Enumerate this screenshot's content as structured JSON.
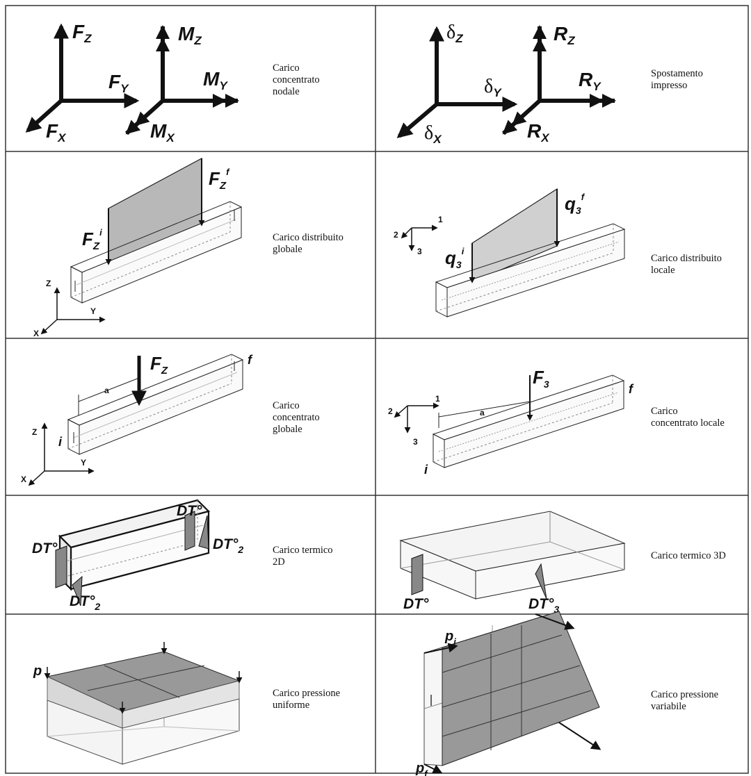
{
  "captions": {
    "c11": "Carico\nconcentrato\nnodale",
    "c12": "Spostamento\nimpresso",
    "c21": "Carico distribuito\nglobale",
    "c22": "Carico distribuito\nlocale",
    "c31": "Carico\nconcentrato\nglobale",
    "c32": "Carico\nconcentrato locale",
    "c41": "Carico termico\n2D",
    "c42": "Carico termico 3D",
    "c51": "Carico pressione\nuniforme",
    "c52": "Carico pressione\nvariabile"
  },
  "labels": {
    "fz": "F",
    "fz_sub": "Z",
    "fy": "F",
    "fy_sub": "Y",
    "fx": "F",
    "fx_sub": "X",
    "mz": "M",
    "mz_sub": "Z",
    "my": "M",
    "my_sub": "Y",
    "mx": "M",
    "mx_sub": "X",
    "dz": "δ",
    "dz_sub": "Z",
    "dy": "δ",
    "dy_sub": "Y",
    "dx": "δ",
    "dx_sub": "X",
    "rz": "R",
    "rz_sub": "Z",
    "ry": "R",
    "ry_sub": "Y",
    "rx": "R",
    "rx_sub": "X",
    "fzi": "F",
    "fzi_sub": "Z",
    "fzi_sup": "i",
    "fzf": "F",
    "fzf_sub": "Z",
    "fzf_sup": "f",
    "q3i": "q",
    "q3i_sub": "3",
    "q3i_sup": "i",
    "q3f": "q",
    "q3f_sub": "3",
    "q3f_sup": "f",
    "axZ": "Z",
    "axY": "Y",
    "axX": "X",
    "ax1": "1",
    "ax2": "2",
    "ax3": "3",
    "fz3": "F",
    "fz3_sub": "Z",
    "f3": "F",
    "f3_sub": "3",
    "a": "a",
    "i": "i",
    "f": "f",
    "dt": "DT°",
    "dt2": "DT°",
    "dt2_sub": "2",
    "dt3": "DT°",
    "dt3_sub": "3",
    "p": "p",
    "pi": "p",
    "pi_sub": "i",
    "pf": "p",
    "pf_sub": "f"
  }
}
